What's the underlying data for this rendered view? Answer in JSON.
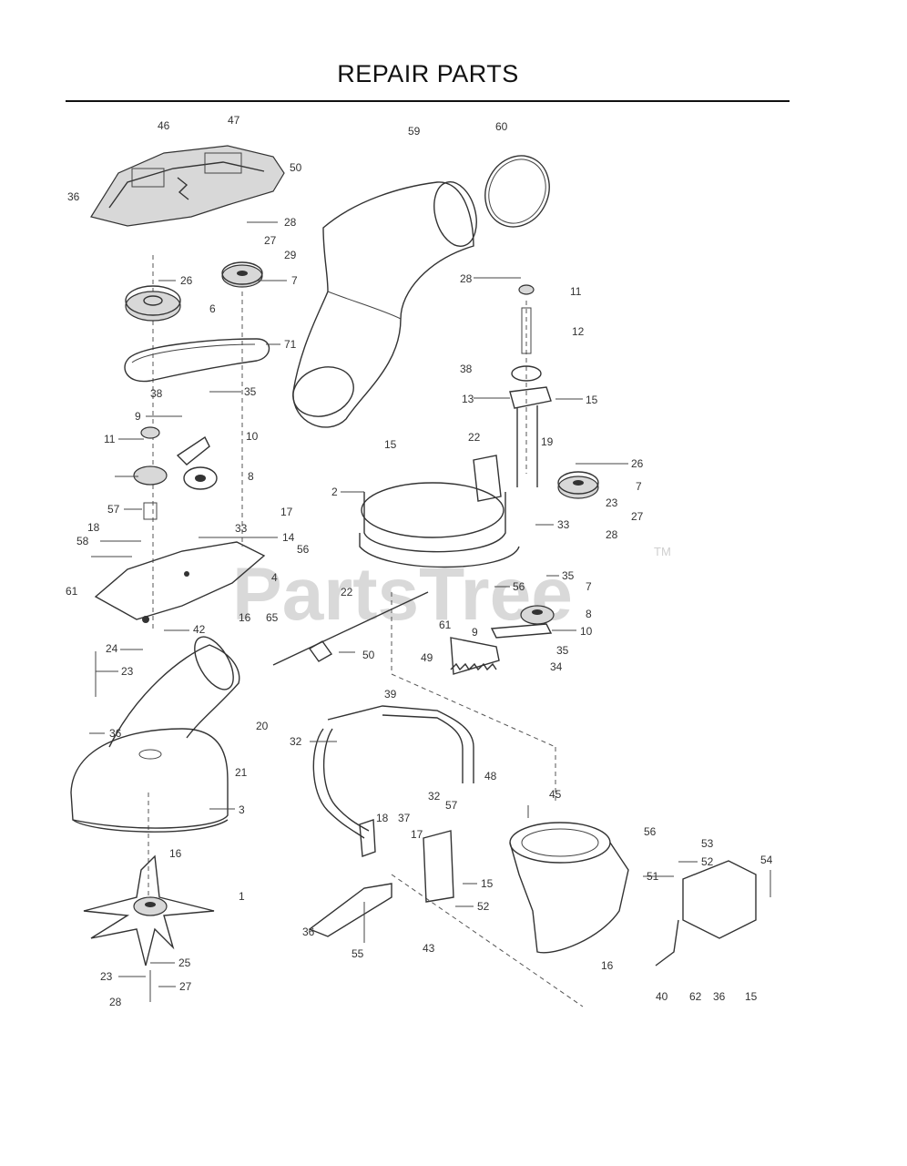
{
  "header": {
    "title": "REPAIR PARTS"
  },
  "watermark": {
    "text": "PartsTree",
    "trademark": "TM"
  },
  "callouts": [
    "46",
    "47",
    "50",
    "36",
    "28",
    "27",
    "29",
    "7",
    "26",
    "6",
    "71",
    "38",
    "35",
    "9",
    "10",
    "11",
    "8",
    "57",
    "17",
    "18",
    "58",
    "33",
    "14",
    "56",
    "4",
    "61",
    "42",
    "24",
    "23",
    "16",
    "65",
    "22",
    "50",
    "59",
    "60",
    "28",
    "11",
    "12",
    "38",
    "13",
    "15",
    "15",
    "22",
    "19",
    "26",
    "7",
    "2",
    "23",
    "27",
    "28",
    "33",
    "35",
    "56",
    "7",
    "8",
    "61",
    "9",
    "10",
    "49",
    "35",
    "34",
    "36",
    "20",
    "21",
    "3",
    "16",
    "1",
    "25",
    "23",
    "27",
    "28",
    "39",
    "32",
    "48",
    "32",
    "57",
    "45",
    "18",
    "37",
    "17",
    "56",
    "53",
    "52",
    "51",
    "54",
    "15",
    "52",
    "36",
    "55",
    "43",
    "40",
    "62",
    "36",
    "15",
    "16"
  ]
}
